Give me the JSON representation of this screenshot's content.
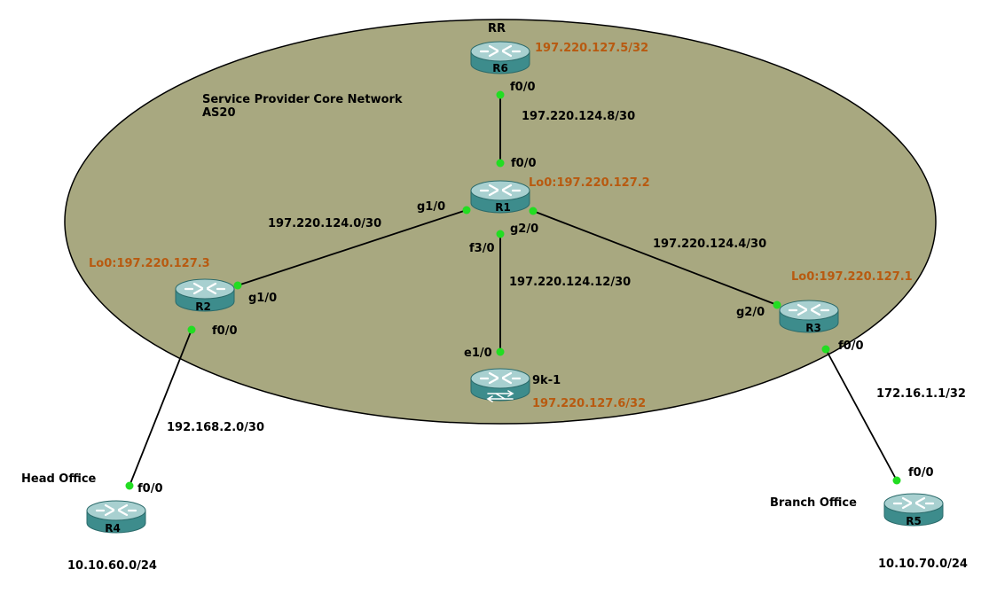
{
  "colors": {
    "cloud_fill": "#a8a880",
    "link": "#000000",
    "port_dot": "#22dd22",
    "loopback_text": "#b85a10",
    "router_body": "#3d8c8c",
    "router_top": "#9cc8c8",
    "background": "#ffffff"
  },
  "core": {
    "title_line1": "Service Provider Core Network",
    "title_line2": "AS20"
  },
  "devices": {
    "r6": {
      "name": "R6",
      "role": "RR",
      "loopback": "197.220.127.5/32",
      "icon": "router-icon"
    },
    "r1": {
      "name": "R1",
      "loopback": "Lo0:197.220.127.2",
      "icon": "router-icon"
    },
    "r2": {
      "name": "R2",
      "loopback": "Lo0:197.220.127.3",
      "icon": "router-icon"
    },
    "r3": {
      "name": "R3",
      "loopback": "Lo0:197.220.127.1",
      "icon": "router-icon"
    },
    "sw": {
      "name": "9k-1",
      "loopback": "197.220.127.6/32",
      "icon": "switch-icon"
    },
    "r4": {
      "name": "R4",
      "site": "Head Office",
      "lan": "10.10.60.0/24",
      "icon": "router-icon"
    },
    "r5": {
      "name": "R5",
      "site": "Branch Office",
      "lan": "10.10.70.0/24",
      "icon": "router-icon"
    }
  },
  "links": {
    "r6_r1": {
      "subnet": "197.220.124.8/30",
      "port_a": "f0/0",
      "port_b": "f0/0"
    },
    "r1_r2": {
      "subnet": "197.220.124.0/30",
      "port_a": "g1/0",
      "port_b": "g1/0"
    },
    "r1_r3": {
      "subnet": "197.220.124.4/30",
      "port_a": "g2/0",
      "port_b": "g2/0"
    },
    "r1_sw": {
      "subnet": "197.220.124.12/30",
      "port_a": "f3/0",
      "port_b": "e1/0"
    },
    "r2_r4": {
      "subnet": "192.168.2.0/30",
      "port_a": "f0/0",
      "port_b": "f0/0"
    },
    "r3_r5": {
      "subnet": "172.16.1.1/32",
      "port_a": "f0/0",
      "port_b": "f0/0"
    }
  }
}
